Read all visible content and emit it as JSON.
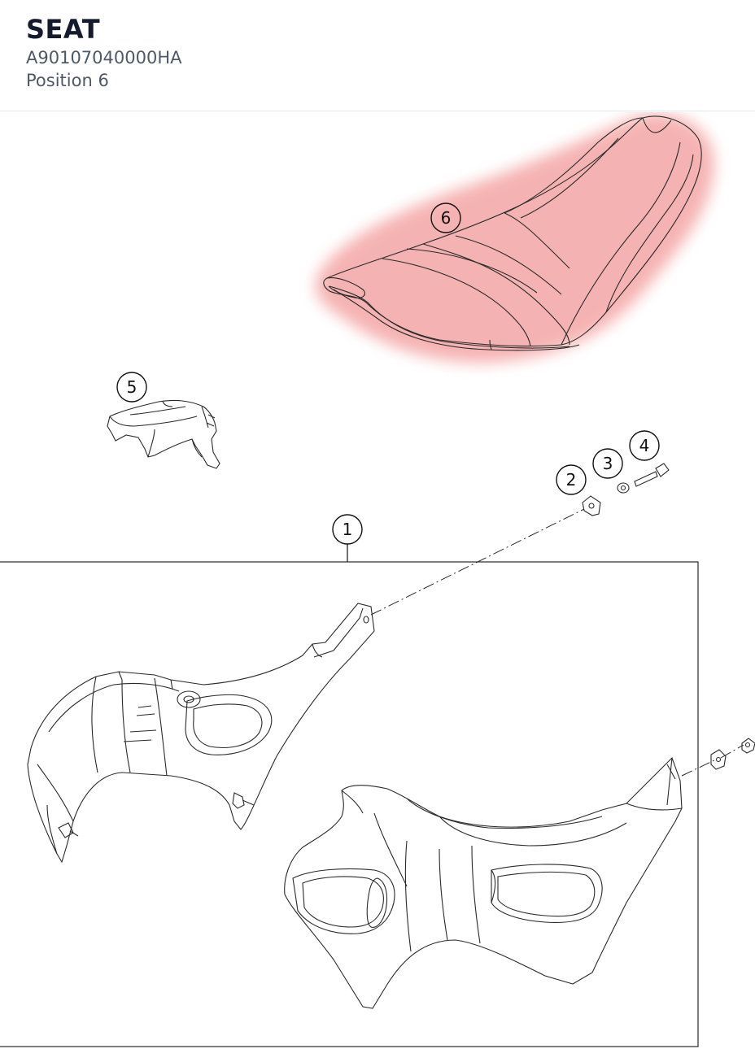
{
  "header": {
    "title": "SEAT",
    "part_number": "A90107040000HA",
    "position": "Position 6"
  },
  "diagram": {
    "highlight_color": "#f08080",
    "highlighted_callout": "6",
    "callouts": [
      {
        "id": "c1",
        "label": "1"
      },
      {
        "id": "c2",
        "label": "2"
      },
      {
        "id": "c3",
        "label": "3"
      },
      {
        "id": "c4",
        "label": "4"
      },
      {
        "id": "c5",
        "label": "5"
      },
      {
        "id": "c6",
        "label": "6"
      }
    ]
  }
}
